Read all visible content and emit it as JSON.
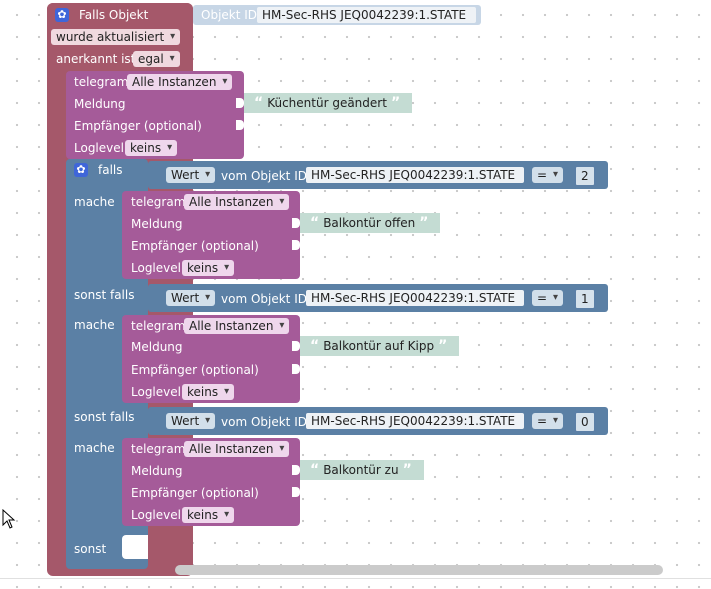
{
  "event_block": {
    "title": "Falls Objekt",
    "object_id_label": "Objekt ID",
    "object_id": "HM-Sec-RHS JEQ0042239:1.STATE",
    "trigger": "wurde aktualisiert",
    "ack_label": "anerkannt ist",
    "ack_value": "egal",
    "gear_icon": "gear-icon"
  },
  "first_telegram": {
    "label": "telegram",
    "instance": "Alle Instanzen",
    "message_label": "Meldung",
    "message": "Küchentür geändert",
    "recipient_label": "Empfänger (optional)",
    "loglevel_label": "Loglevel",
    "loglevel": "keins"
  },
  "if_block": {
    "if_label": "falls",
    "do_label": "mache",
    "elseif_label": "sonst falls",
    "else_label": "sonst",
    "equals_op": "=",
    "value_label": "Wert",
    "from_object_label": "vom Objekt ID",
    "branches": [
      {
        "object_id": "HM-Sec-RHS JEQ0042239:1.STATE",
        "compare_value": "2",
        "telegram": {
          "label": "telegram",
          "instance": "Alle Instanzen",
          "message_label": "Meldung",
          "message": "Balkontür offen",
          "recipient_label": "Empfänger (optional)",
          "loglevel_label": "Loglevel",
          "loglevel": "keins"
        }
      },
      {
        "object_id": "HM-Sec-RHS JEQ0042239:1.STATE",
        "compare_value": "1",
        "telegram": {
          "label": "telegram",
          "instance": "Alle Instanzen",
          "message_label": "Meldung",
          "message": "Balkontür auf Kipp",
          "recipient_label": "Empfänger (optional)",
          "loglevel_label": "Loglevel",
          "loglevel": "keins"
        }
      },
      {
        "object_id": "HM-Sec-RHS JEQ0042239:1.STATE",
        "compare_value": "0",
        "telegram": {
          "label": "telegram",
          "instance": "Alle Instanzen",
          "message_label": "Meldung",
          "message": "Balkontür zu",
          "recipient_label": "Empfänger (optional)",
          "loglevel_label": "Loglevel",
          "loglevel": "keins"
        }
      }
    ]
  },
  "colors": {
    "event_block": "#a5586a",
    "if_block": "#5b80a5",
    "telegram_block": "#a55b99",
    "text_block": "#c4dcd3",
    "object_id_chip": "#c7d6e6"
  }
}
